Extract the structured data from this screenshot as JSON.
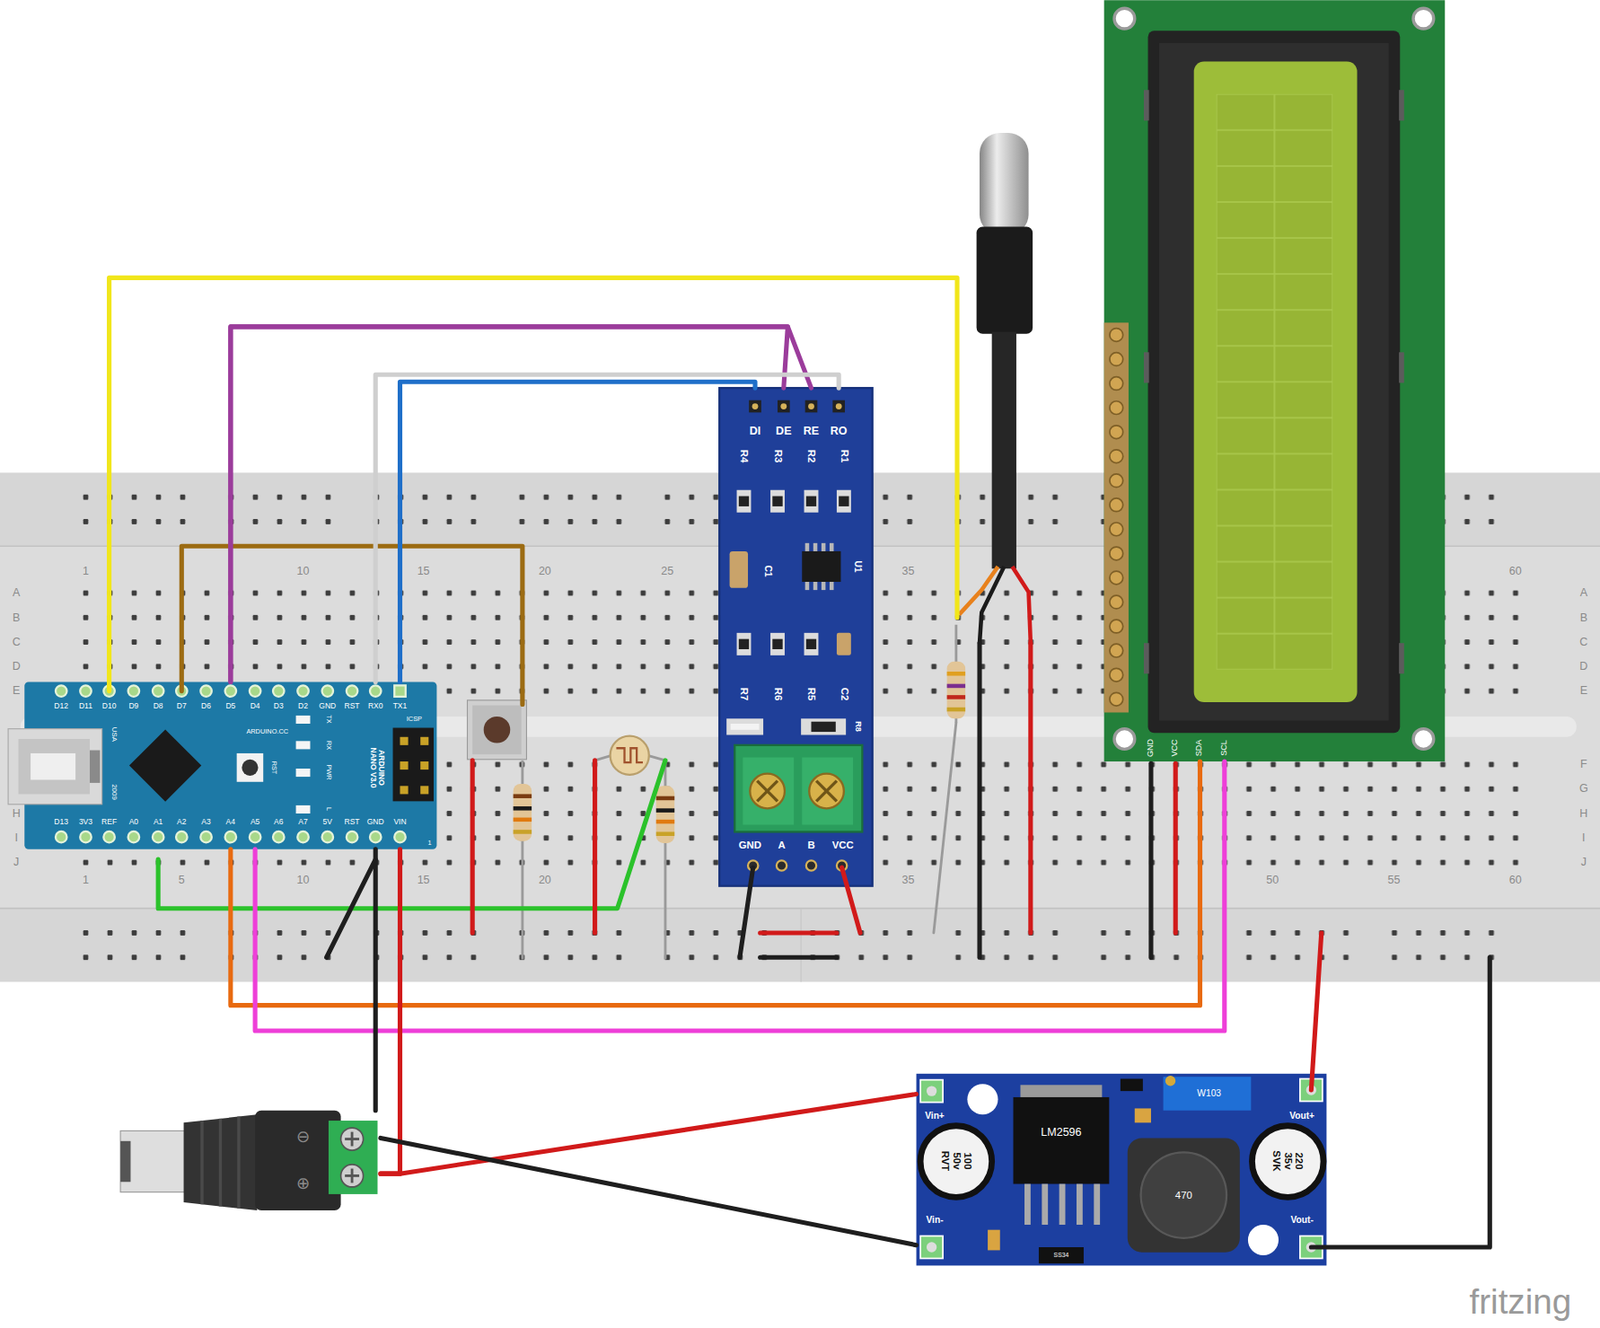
{
  "diagram": {
    "nodes": [
      {
        "text": [
          "GND",
          "VCC",
          "SDA",
          "SCL"
        ]
      },
      {
        "text": [
          "DI",
          "DE",
          "RE",
          "RO",
          "R4",
          "R3",
          "R2",
          "R1",
          "C1",
          "U1",
          "R7",
          "R6",
          "R5",
          "C2",
          "R8",
          "GND",
          "A",
          "B",
          "VCC"
        ]
      },
      {
        "text": [
          "D12",
          "D11",
          "D10",
          "D9",
          "D8",
          "D7",
          "D6",
          "D5",
          "D4",
          "D3",
          "D2",
          "GND",
          "RST",
          "RX0",
          "TX1",
          "USA",
          "2009",
          "ARDUINO.CC",
          "TX",
          "RX",
          "PWR",
          "L",
          "RST",
          "ARDUINO NANO V3.0",
          "ICSP",
          "1",
          "D13",
          "3V3",
          "REF",
          "A0",
          "A1",
          "A2",
          "A3",
          "A4",
          "A5",
          "A6",
          "A7",
          "5V",
          "RST",
          "GND",
          "VIN"
        ]
      },
      {
        "text": [
          "⊖",
          "⊕"
        ]
      },
      {
        "text": [
          "Vin+",
          "W103",
          "Vout+",
          "LM2596",
          "100 50v RVT",
          "470",
          "220 35v SVK",
          "Vin-",
          "SS34",
          "Vout-"
        ]
      }
    ],
    "edges": [
      {
        "from": 2,
        "to": 1,
        "arrow": "none"
      },
      {
        "from": 2,
        "to": 1,
        "arrow": "none"
      },
      {
        "from": 2,
        "to": 1,
        "arrow": "none"
      },
      {
        "from": 2,
        "to": 1,
        "arrow": "none"
      },
      {
        "from": 2,
        "to": 0,
        "arrow": "none"
      },
      {
        "from": 2,
        "to": 0,
        "arrow": "none"
      },
      {
        "from": 2,
        "to": 3,
        "arrow": "none"
      },
      {
        "from": 2,
        "to": 3,
        "arrow": "none"
      },
      {
        "from": 3,
        "to": 4,
        "arrow": "none"
      },
      {
        "from": 3,
        "to": 4,
        "arrow": "none"
      }
    ],
    "labels": [
      "1",
      "10",
      "15",
      "20",
      "25",
      "35",
      "60",
      "A",
      "B",
      "C",
      "D",
      "E",
      "H",
      "I",
      "J",
      "A",
      "B",
      "C",
      "D",
      "E",
      "F",
      "G",
      "H",
      "I",
      "J",
      "1",
      "5",
      "10",
      "15",
      "20",
      "35",
      "50",
      "55",
      "60",
      "fritzing"
    ]
  }
}
